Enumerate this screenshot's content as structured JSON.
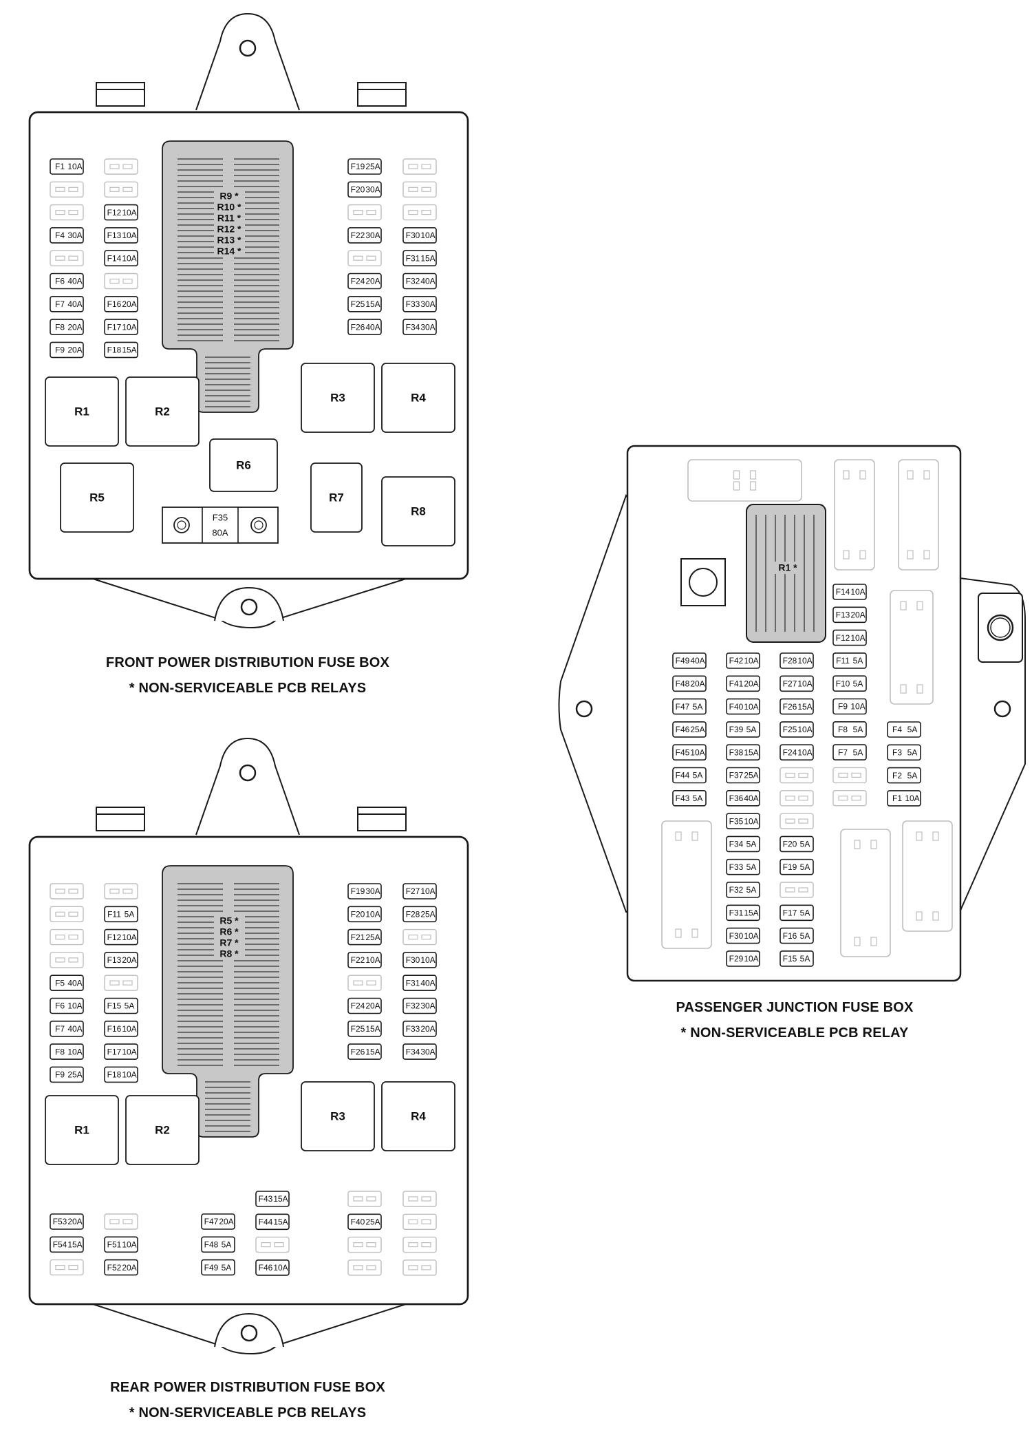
{
  "front_box": {
    "caption": "FRONT POWER DISTRIBUTION FUSE BOX",
    "note": "* NON-SERVICEABLE PCB RELAYS",
    "pcb_relays": [
      "R9 *",
      "R10 *",
      "R11 *",
      "R12 *",
      "R13 *",
      "R14 *"
    ],
    "fuse_columns": [
      [
        "F1 10A",
        "",
        "",
        "F4 30A",
        "",
        "F6 40A",
        "F7 40A",
        "F8 20A",
        "F9 20A"
      ],
      [
        "",
        "",
        "F12 10A",
        "F13 10A",
        "F14 10A",
        "",
        "F16 20A",
        "F17 10A",
        "F18 15A"
      ],
      [
        "F19 25A",
        "F20 30A",
        "",
        "F22 30A",
        "",
        "F24 20A",
        "F25 15A",
        "F26 40A"
      ],
      [
        "",
        "",
        "",
        "F30 10A",
        "F31 15A",
        "F32 40A",
        "F33 30A",
        "F34 30A"
      ]
    ],
    "relays": [
      "R1",
      "R2",
      "R3",
      "R4",
      "R5",
      "R6",
      "R7",
      "R8"
    ],
    "megafuse": {
      "name": "F35",
      "rating": "80A"
    }
  },
  "rear_box": {
    "caption": "REAR POWER DISTRIBUTION FUSE BOX",
    "note": "* NON-SERVICEABLE PCB RELAYS",
    "pcb_relays": [
      "R5 *",
      "R6 *",
      "R7 *",
      "R8 *"
    ],
    "fuse_columns": [
      [
        "",
        "",
        "",
        "",
        "F5 40A",
        "F6 10A",
        "F7 40A",
        "F8 10A",
        "F9 25A"
      ],
      [
        "",
        "F11 5A",
        "F12 10A",
        "F13 20A",
        "",
        "F15 5A",
        "F16 10A",
        "F17 10A",
        "F18 10A"
      ],
      [
        "F19 30A",
        "F20 10A",
        "F21 25A",
        "F22 10A",
        "",
        "F24 20A",
        "F25 15A",
        "F26 15A"
      ],
      [
        "F27 10A",
        "F28 25A",
        "",
        "F30 10A",
        "F31 40A",
        "F32 30A",
        "F33 20A",
        "F34 30A"
      ]
    ],
    "relays": [
      "R1",
      "R2",
      "R3",
      "R4"
    ],
    "lower_columns": [
      [
        "F53 20A",
        "F54 15A",
        ""
      ],
      [
        "",
        "F51 10A",
        "F52 20A"
      ],
      [
        "F47 20A",
        "F48 5A",
        "F49 5A"
      ],
      [
        "F43 15A",
        "F44 15A",
        "",
        "F46 10A"
      ],
      [
        "",
        "F40 25A",
        "",
        ""
      ],
      [
        "",
        "",
        "",
        ""
      ]
    ]
  },
  "passenger_box": {
    "caption": "PASSENGER JUNCTION FUSE BOX",
    "note": "* NON-SERVICEABLE PCB RELAY",
    "pcb_relay": "R1 *",
    "fuse_columns": [
      [
        "F49 40A",
        "F48 20A",
        "F47 5A",
        "F46 25A",
        "F45 10A",
        "F44 5A",
        "F43 5A"
      ],
      [
        "F42 10A",
        "F41 20A",
        "F40 10A",
        "F39 5A",
        "F38 15A",
        "F37 25A",
        "F36 40A",
        "F35 10A",
        "F34 5A",
        "F33 5A",
        "F32 5A",
        "F31 15A",
        "F30 10A",
        "F29 10A"
      ],
      [
        "F28 10A",
        "F27 10A",
        "F26 15A",
        "F25 10A",
        "F24 10A",
        "",
        "",
        "",
        "F20 5A",
        "F19 5A",
        "",
        "F17 5A",
        "F16 5A",
        "F15 5A"
      ],
      [
        "F14 10A",
        "F13 20A",
        "F12 10A",
        "F11 5A",
        "F10 5A",
        "F9 10A",
        "F8 5A",
        "F7 5A",
        "",
        ""
      ],
      [
        "F4 5A",
        "F3 5A",
        "F2 5A",
        "F1 10A"
      ]
    ]
  }
}
